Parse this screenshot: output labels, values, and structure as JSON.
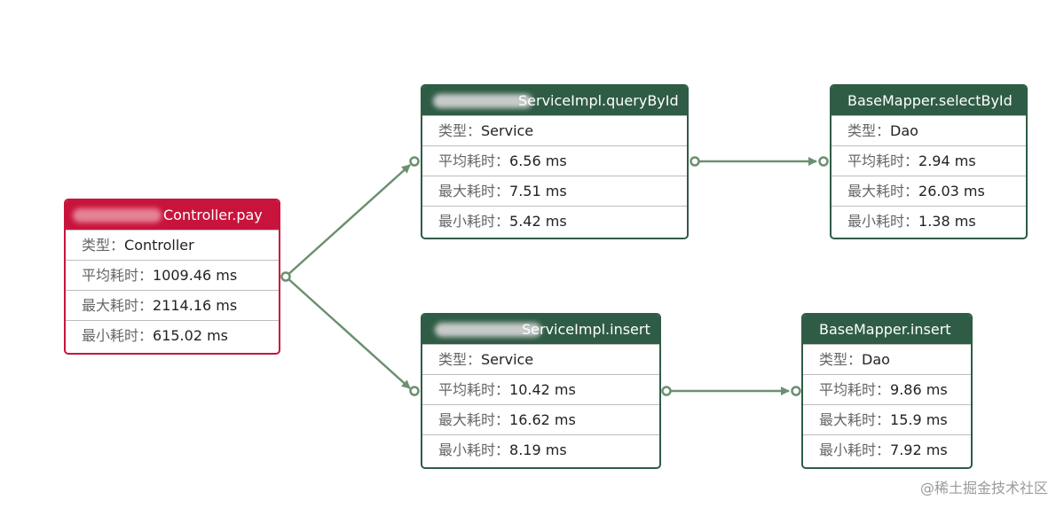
{
  "nodes": {
    "controller": {
      "title": "Controller.pay",
      "type_label": "类型：",
      "type_value": "Controller",
      "avg_label": "平均耗时：",
      "avg_value": "1009.46 ms",
      "max_label": "最大耗时：",
      "max_value": "2114.16 ms",
      "min_label": "最小耗时：",
      "min_value": "615.02 ms"
    },
    "service_query": {
      "title": "ServiceImpl.queryById",
      "type_label": "类型：",
      "type_value": "Service",
      "avg_label": "平均耗时：",
      "avg_value": "6.56 ms",
      "max_label": "最大耗时：",
      "max_value": "7.51 ms",
      "min_label": "最小耗时：",
      "min_value": "5.42 ms"
    },
    "dao_select": {
      "title": "BaseMapper.selectById",
      "type_label": "类型：",
      "type_value": "Dao",
      "avg_label": "平均耗时：",
      "avg_value": "2.94 ms",
      "max_label": "最大耗时：",
      "max_value": "26.03 ms",
      "min_label": "最小耗时：",
      "min_value": "1.38 ms"
    },
    "service_insert": {
      "title": "ServiceImpl.insert",
      "type_label": "类型：",
      "type_value": "Service",
      "avg_label": "平均耗时：",
      "avg_value": "10.42 ms",
      "max_label": "最大耗时：",
      "max_value": "16.62 ms",
      "min_label": "最小耗时：",
      "min_value": "8.19 ms"
    },
    "dao_insert": {
      "title": "BaseMapper.insert",
      "type_label": "类型：",
      "type_value": "Dao",
      "avg_label": "平均耗时：",
      "avg_value": "9.86 ms",
      "max_label": "最大耗时：",
      "max_value": "15.9 ms",
      "min_label": "最小耗时：",
      "min_value": "7.92 ms"
    }
  },
  "colors": {
    "controller": "#c8143c",
    "service_dao": "#2f5c45",
    "edge": "#6b9070"
  },
  "watermark": "@稀土掘金技术社区"
}
